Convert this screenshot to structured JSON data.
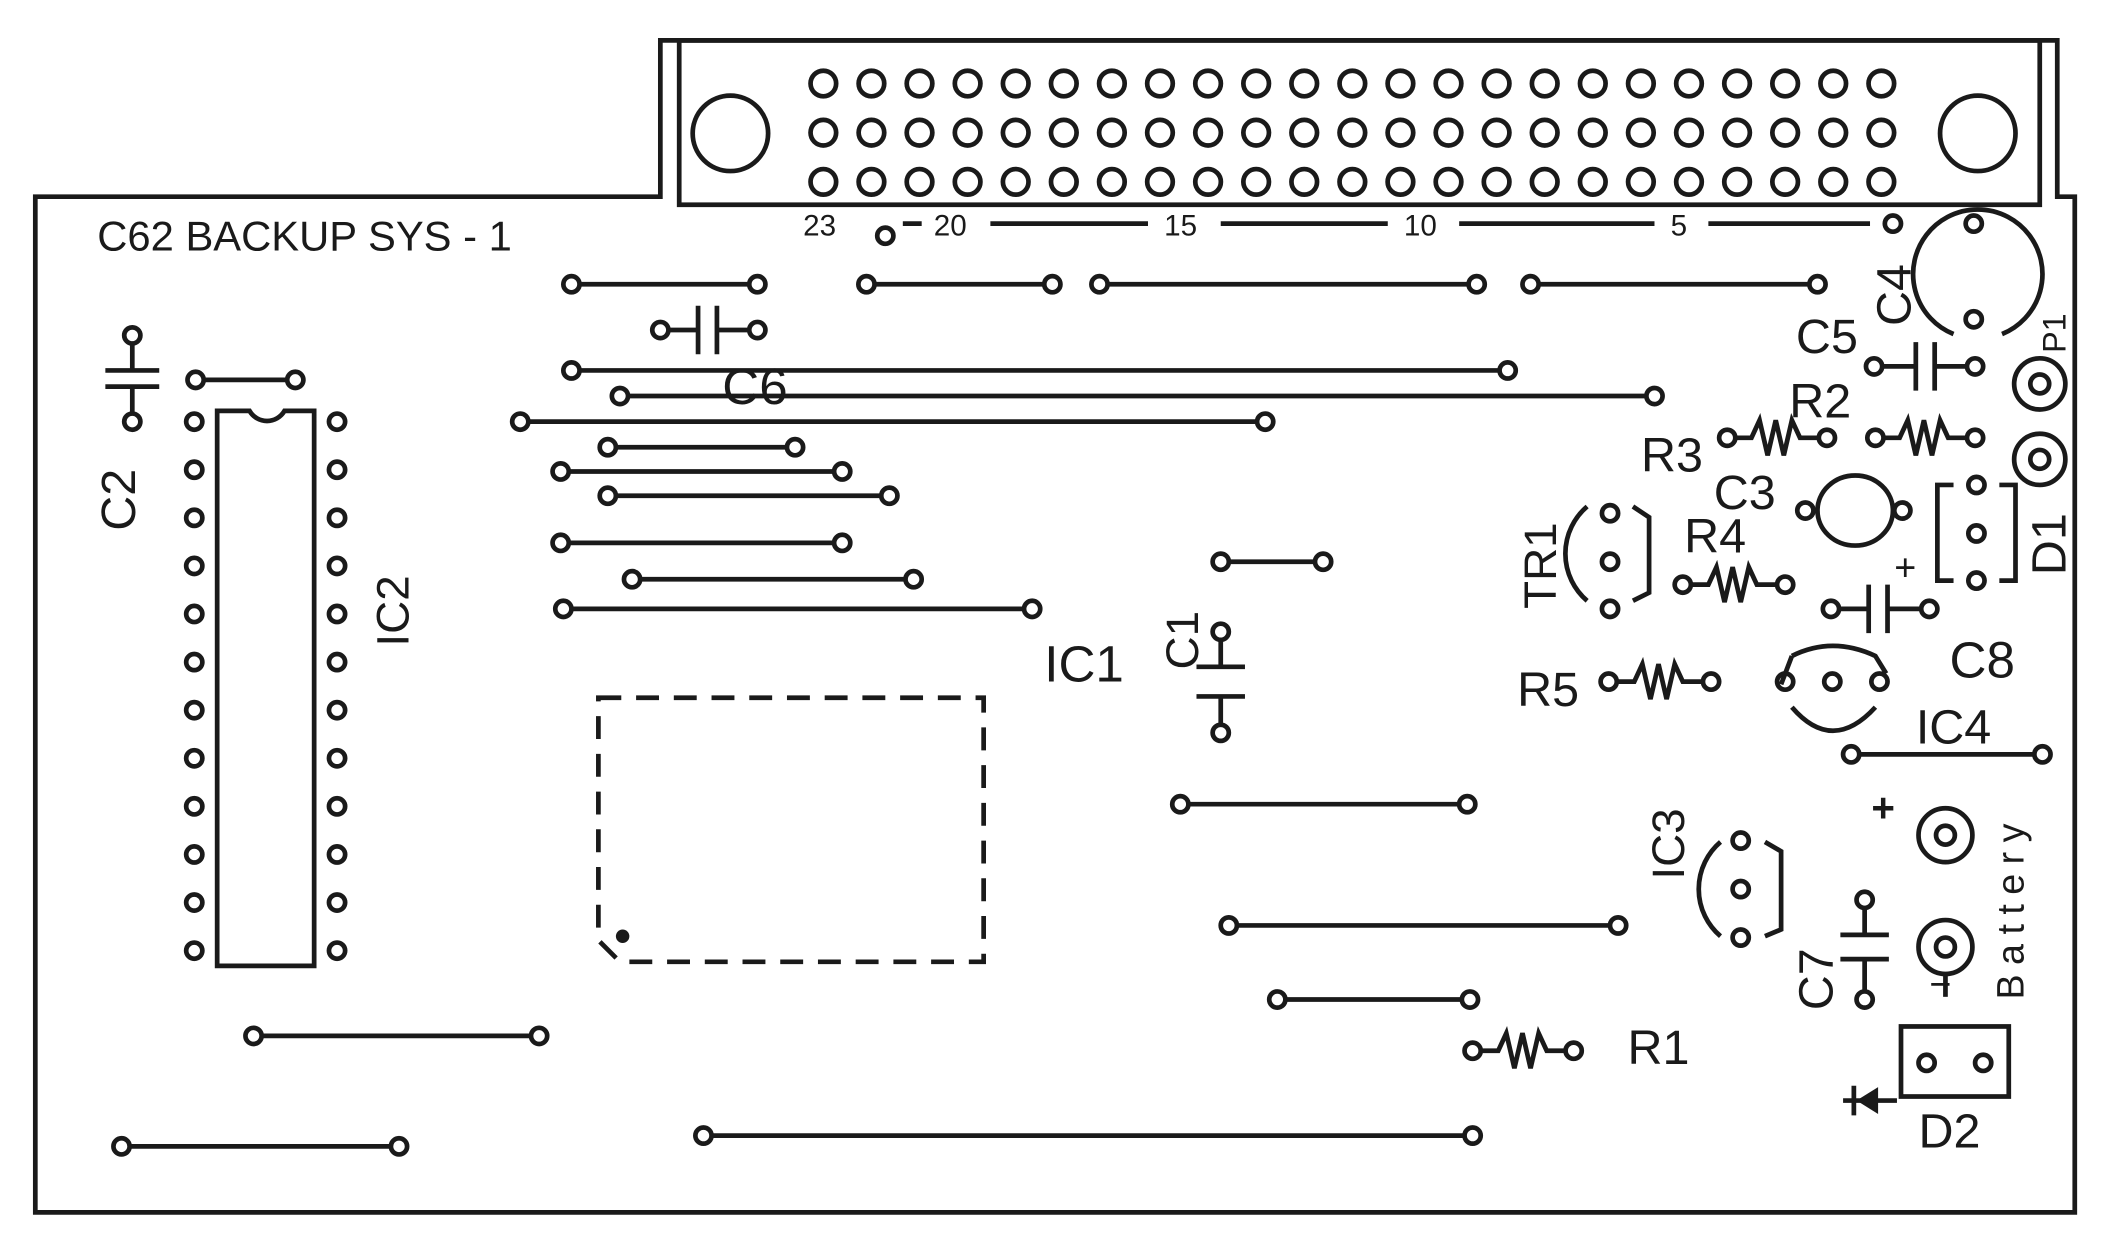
{
  "board": {
    "title": "C62 BACKUP SYS - 1",
    "stroke_color": "#1a1a1a",
    "background_color": "#ffffff"
  },
  "connector": {
    "pin_numbers": [
      "23",
      "20",
      "15",
      "10",
      "5"
    ],
    "label": "P1"
  },
  "components": {
    "ic1": "IC1",
    "ic2": "IC2",
    "ic3": "IC3",
    "ic4": "IC4",
    "c1": "C1",
    "c2": "C2",
    "c3": "C3",
    "c4": "C4",
    "c5": "C5",
    "c6": "C6",
    "c7": "C7",
    "c8": "C8",
    "r1": "R1",
    "r2": "R2",
    "r3": "R3",
    "r4": "R4",
    "r5": "R5",
    "tr1": "TR1",
    "d1": "D1",
    "d2": "D2",
    "battery": "Battery",
    "plus_c8": "+",
    "plus_battery": "+",
    "minus_battery": "−"
  }
}
